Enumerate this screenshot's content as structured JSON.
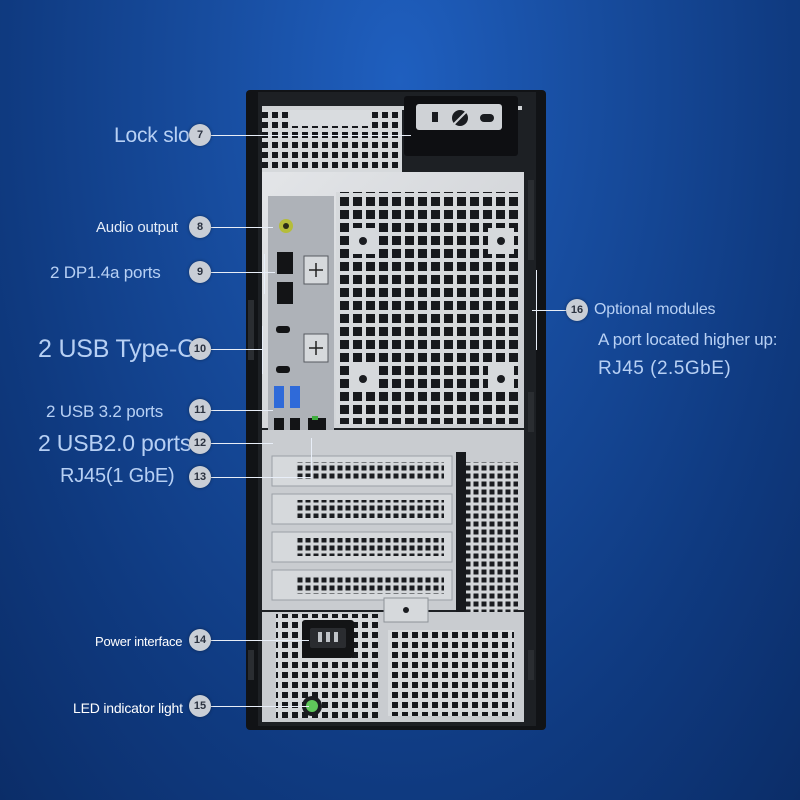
{
  "colors": {
    "background": "#174c9e",
    "label_text": "#b7d0f4",
    "badge": "#c9ced6",
    "chassis": "#14161a",
    "panel": "#d9dcdf"
  },
  "callouts": {
    "lock_slot": {
      "num": "7",
      "text": "Lock slot"
    },
    "audio": {
      "num": "8",
      "text": "Audio output"
    },
    "dp": {
      "num": "9",
      "text": "2 DP1.4a ports"
    },
    "usbc": {
      "num": "10",
      "text": "2 USB Type-C"
    },
    "usb32": {
      "num": "11",
      "text": "2 USB 3.2 ports"
    },
    "usb20": {
      "num": "12",
      "text": "2 USB2.0 ports"
    },
    "rj45": {
      "num": "13",
      "text": "RJ45(1 GbE)"
    },
    "power": {
      "num": "14",
      "text": "Power interface"
    },
    "led": {
      "num": "15",
      "text": "LED indicator light"
    },
    "optional": {
      "num": "16",
      "text": "Optional modules",
      "line2": "A port located higher up:",
      "line3": "RJ45 (2.5GbE)"
    }
  }
}
